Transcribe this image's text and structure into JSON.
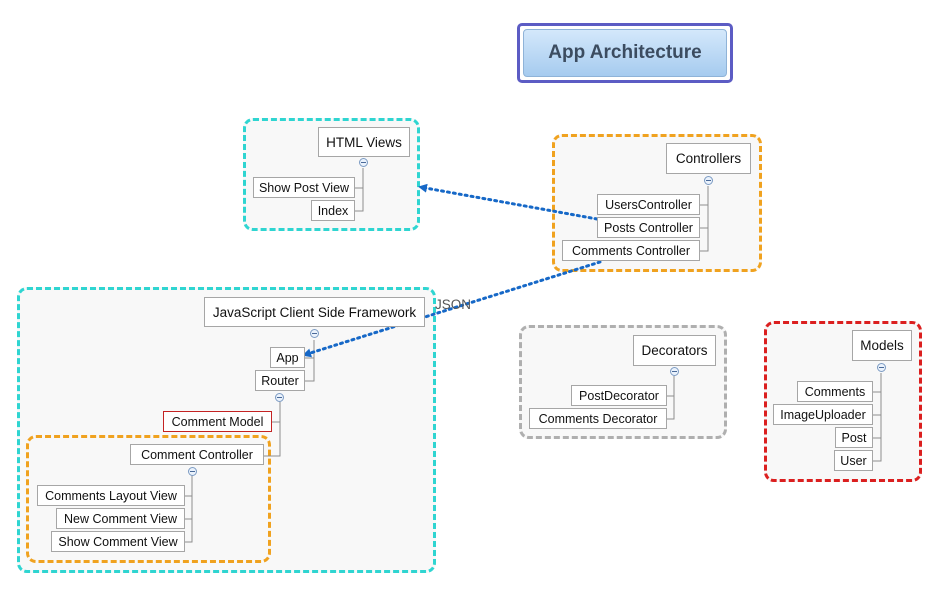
{
  "title": "App Architecture",
  "groups": {
    "html_views": {
      "topic": "HTML Views",
      "items": [
        "Show Post View",
        "Index"
      ]
    },
    "controllers": {
      "topic": "Controllers",
      "items": [
        "UsersController",
        "Posts Controller",
        "Comments Controller"
      ]
    },
    "js_framework": {
      "topic": "JavaScript Client Side Framework",
      "items": [
        "App",
        "Router",
        "Comment Model",
        "Comment Controller"
      ]
    },
    "comment_views": {
      "items": [
        "Comments Layout View",
        "New Comment View",
        "Show Comment View"
      ]
    },
    "decorators": {
      "topic": "Decorators",
      "items": [
        "PostDecorator",
        "Comments Decorator"
      ]
    },
    "models": {
      "topic": "Models",
      "items": [
        "Comments",
        "ImageUploader",
        "Post",
        "User"
      ]
    }
  },
  "relationships": [
    {
      "from": "Posts Controller",
      "to": "HTML Views",
      "label": ""
    },
    {
      "from": "Comments Controller",
      "to": "App",
      "label": "JSON"
    }
  ],
  "colors": {
    "title_border": "#5c5cc4",
    "boundary_cyan": "#2fd5d1",
    "boundary_orange": "#f0a21f",
    "boundary_grey": "#afafaf",
    "boundary_red": "#db1f1f",
    "relationship_arrow": "#1668c7"
  }
}
